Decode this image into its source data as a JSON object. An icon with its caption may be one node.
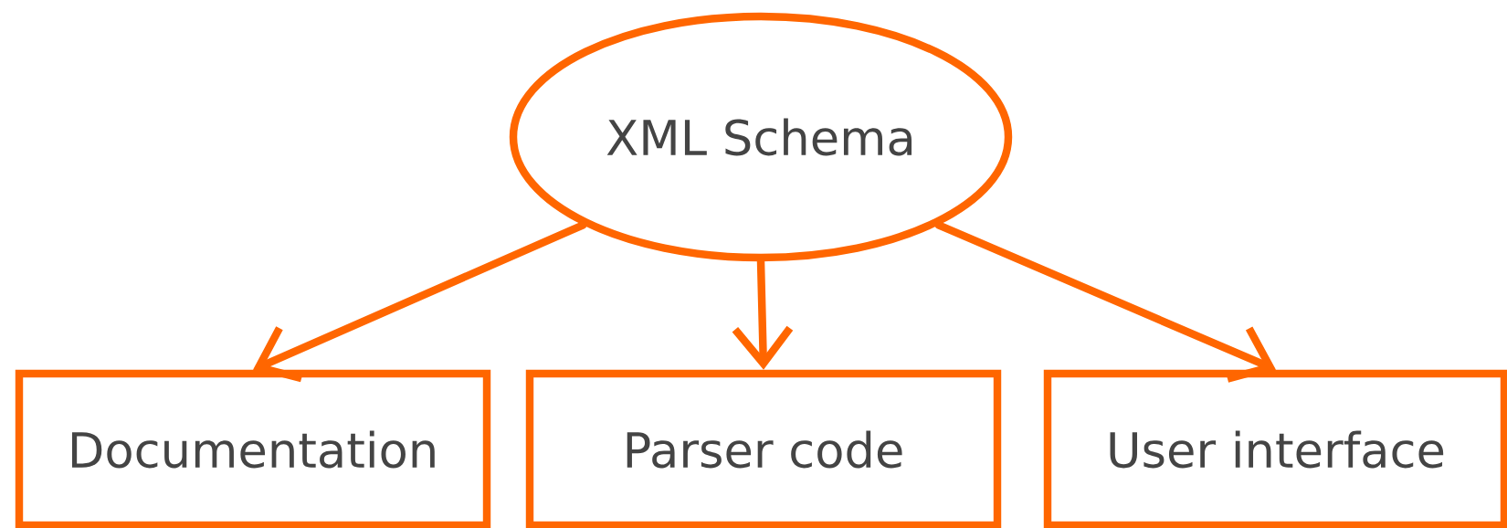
{
  "diagram": {
    "nodes": [
      {
        "text": [
          "XML Schema"
        ]
      },
      {
        "text": [
          "Documentation"
        ]
      },
      {
        "text": [
          "Parser code"
        ]
      },
      {
        "text": [
          "User interface"
        ]
      }
    ],
    "edges": [
      {
        "from": 0,
        "to": 1,
        "arrow": "to"
      },
      {
        "from": 0,
        "to": 2,
        "arrow": "to"
      },
      {
        "from": 0,
        "to": 3,
        "arrow": "to"
      }
    ]
  }
}
